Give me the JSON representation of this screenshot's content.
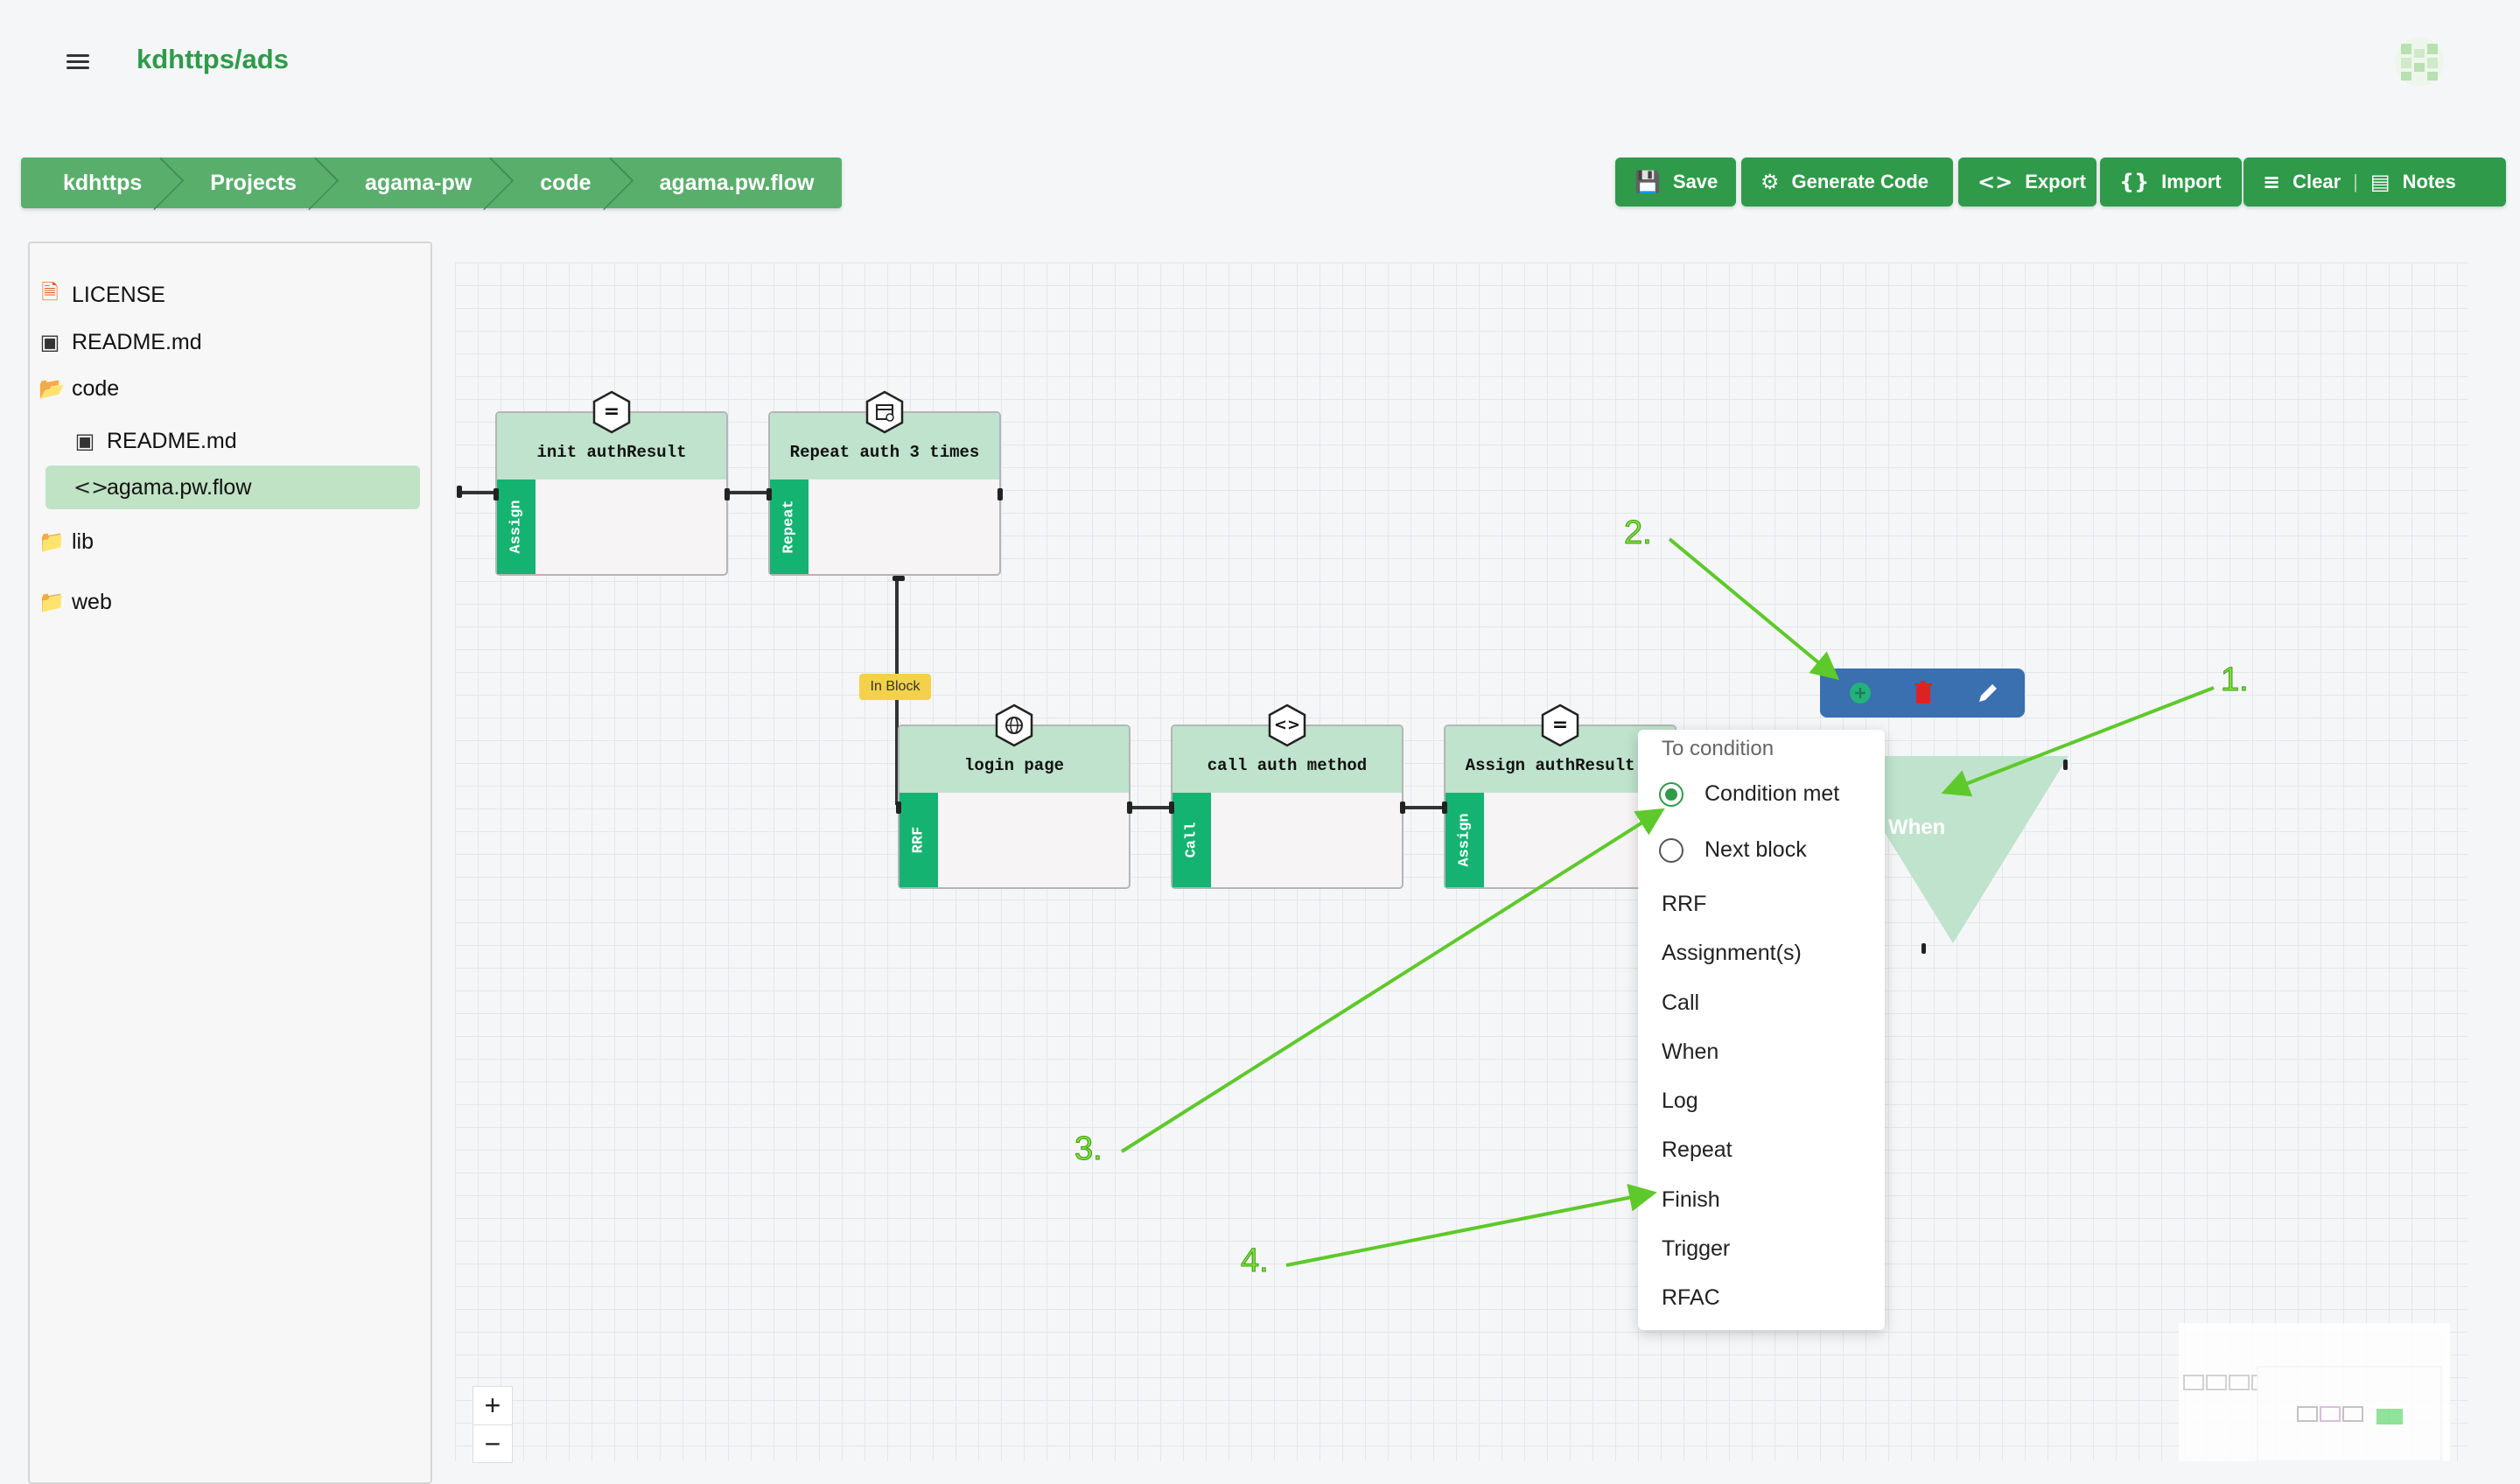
{
  "header": {
    "title": "kdhttps/ads"
  },
  "breadcrumb": [
    "kdhttps",
    "Projects",
    "agama-pw",
    "code",
    "agama.pw.flow"
  ],
  "toolbar": {
    "save": "Save",
    "generate": "Generate Code",
    "export": "Export",
    "import": "Import",
    "clear": "Clear",
    "notes": "Notes"
  },
  "sidebar": {
    "items": [
      {
        "label": "LICENSE",
        "icon": "license-file-icon"
      },
      {
        "label": "README.md",
        "icon": "markdown-file-icon"
      },
      {
        "label": "code",
        "icon": "folder-open-icon"
      },
      {
        "label": "README.md",
        "icon": "markdown-file-icon"
      },
      {
        "label": "agama.pw.flow",
        "icon": "code-file-icon"
      },
      {
        "label": "lib",
        "icon": "folder-icon"
      },
      {
        "label": "web",
        "icon": "folder-icon"
      }
    ]
  },
  "nodes": {
    "init": {
      "title": "init authResult",
      "type": "Assign",
      "icon": "equals-icon"
    },
    "repeat": {
      "title": "Repeat auth 3 times",
      "type": "Repeat",
      "icon": "calendar-repeat-icon"
    },
    "login": {
      "title": "login page",
      "type": "RRF",
      "icon": "globe-icon"
    },
    "call": {
      "title": "call auth method",
      "type": "Call",
      "icon": "code-icon"
    },
    "assign": {
      "title": "Assign authResult.u",
      "type": "Assign",
      "icon": "equals-icon"
    },
    "when": {
      "title": "When"
    }
  },
  "in_block_label": "In Block",
  "context_menu": {
    "heading": "To condition",
    "radios": [
      "Condition met",
      "Next block"
    ],
    "items": [
      "RRF",
      "Assignment(s)",
      "Call",
      "When",
      "Log",
      "Repeat",
      "Finish",
      "Trigger",
      "RFAC"
    ]
  },
  "annotations": [
    "1.",
    "2.",
    "3.",
    "4."
  ],
  "zoom": {
    "in": "+",
    "out": "−"
  },
  "colors": {
    "accent": "#2f9a4a",
    "node_side": "#14b371",
    "node_head": "#bfe3cc",
    "toolbar_blue": "#3a6fb0",
    "arrow": "#5dc92a"
  }
}
